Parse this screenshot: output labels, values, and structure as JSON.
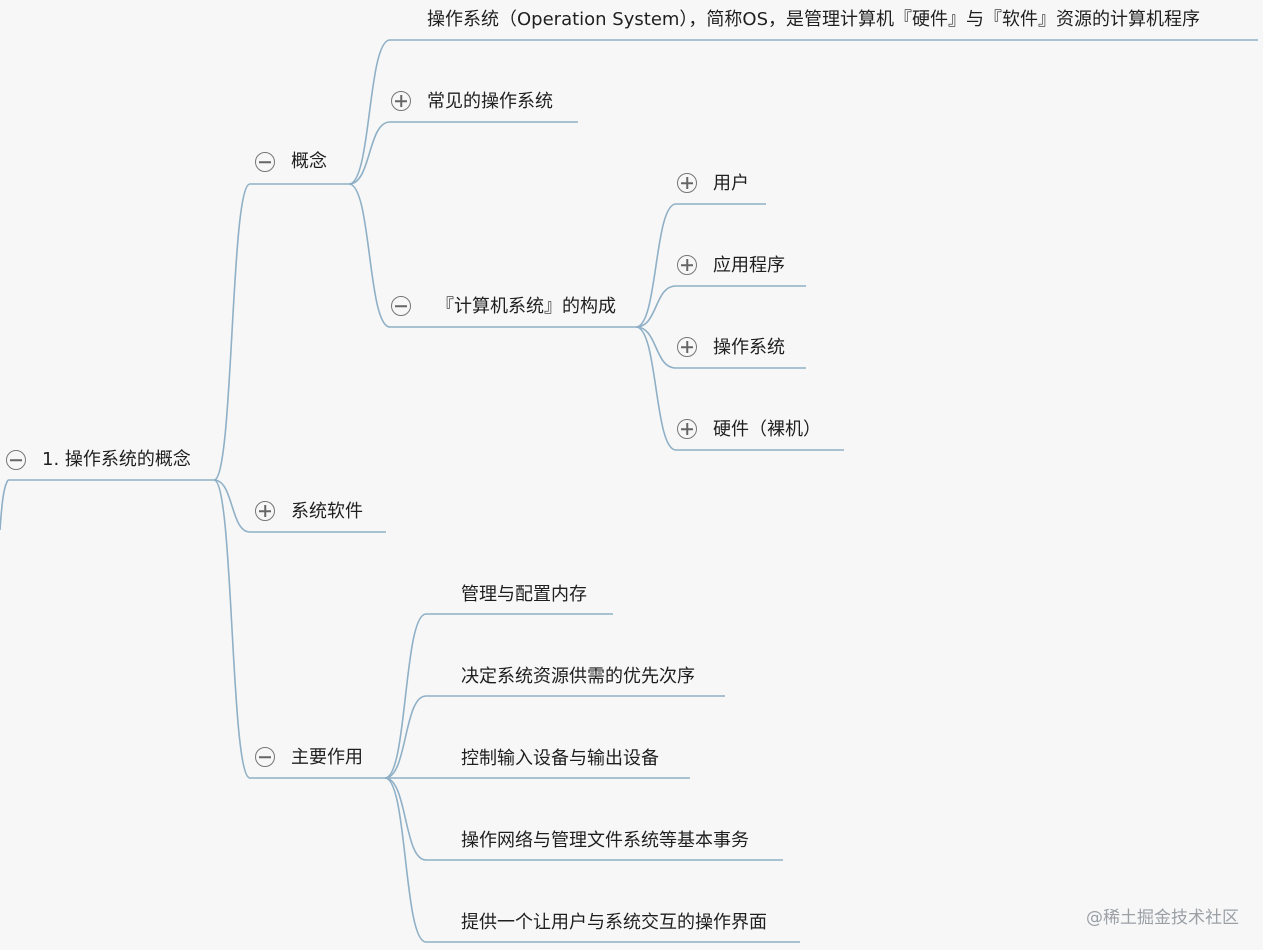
{
  "colors": {
    "line": "#8fb0c6",
    "text": "#1f1f1f",
    "toggle": "#777777"
  },
  "mindmap": {
    "root": {
      "label": "1. 操作系统的概念",
      "toggle": "collapse-icon",
      "children": {
        "concept": {
          "label": "概念",
          "toggle": "collapse-icon",
          "children": {
            "definition": {
              "label": "操作系统（Operation System），简称OS，是管理计算机『硬件』与『软件』资源的计算机程序"
            },
            "common_os": {
              "label": "常见的操作系统",
              "toggle": "expand-icon"
            },
            "composition": {
              "label": "『计算机系统』的构成",
              "toggle": "collapse-icon",
              "children": {
                "user": {
                  "label": "用户",
                  "toggle": "expand-icon"
                },
                "app": {
                  "label": "应用程序",
                  "toggle": "expand-icon"
                },
                "os": {
                  "label": "操作系统",
                  "toggle": "expand-icon"
                },
                "hardware": {
                  "label": "硬件（裸机）",
                  "toggle": "expand-icon"
                }
              }
            }
          }
        },
        "system_software": {
          "label": "系统软件",
          "toggle": "expand-icon"
        },
        "main_functions": {
          "label": "主要作用",
          "toggle": "collapse-icon",
          "children": {
            "memory": {
              "label": "管理与配置内存"
            },
            "priority": {
              "label": "决定系统资源供需的优先次序"
            },
            "io": {
              "label": "控制输入设备与输出设备"
            },
            "network": {
              "label": "操作网络与管理文件系统等基本事务"
            },
            "interface": {
              "label": "提供一个让用户与系统交互的操作界面"
            }
          }
        }
      }
    }
  },
  "watermark": "@稀土掘金技术社区"
}
